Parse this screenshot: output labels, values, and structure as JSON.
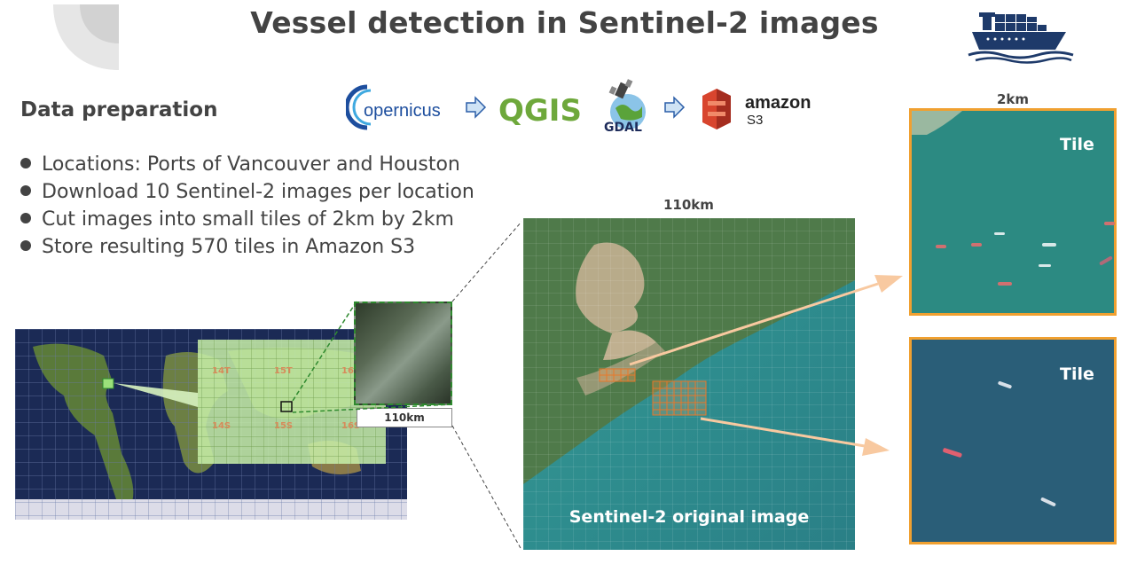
{
  "title": "Vessel detection in Sentinel-2 images",
  "section_heading": "Data preparation",
  "bullets": [
    "Locations: Ports of Vancouver and Houston",
    "Download 10 Sentinel-2 images per location",
    "Cut images into small tiles of 2km by 2km",
    "Store resulting 570 tiles in Amazon S3"
  ],
  "pipeline": {
    "copernicus": "opernicus",
    "qgis": "QGIS",
    "gdal": "GDAL",
    "amazon": "amazon",
    "s3": "S3"
  },
  "world_map": {
    "scale_label": "110km",
    "grid_zones": [
      "14T",
      "15T",
      "16T",
      "14S",
      "15S",
      "16S"
    ]
  },
  "satellite": {
    "scale_label": "110km",
    "caption": "Sentinel-2 original image"
  },
  "tiles": {
    "scale_label": "2km",
    "tile1_label": "Tile",
    "tile2_label": "Tile"
  },
  "colors": {
    "text": "#434343",
    "tile_border": "#f0a030",
    "arrow": "#f8c9a0",
    "grid_highlight": "#e8782a",
    "green_box": "#2f8a2f",
    "ship_blue": "#1e3a6a"
  },
  "icons": {
    "deco": "corner-shape-icon",
    "ship": "cargo-ship-icon",
    "arrow": "right-arrow-icon"
  }
}
